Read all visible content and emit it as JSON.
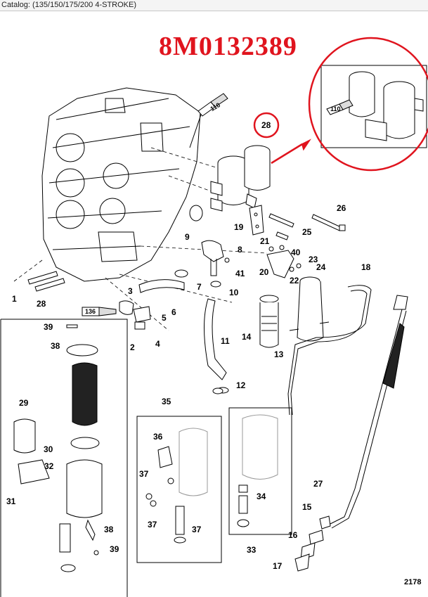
{
  "window": {
    "title": "Catalog: (135/150/175/200 4-STROKE)"
  },
  "header": {
    "part_number": "8M0132389"
  },
  "colors": {
    "accent_red": "#e0141e",
    "line": "#000000"
  },
  "labels": {
    "tube_110_top": "110",
    "tube_110_inset": "110",
    "tube_136": "136",
    "drawing_code": "2178"
  },
  "callouts": [
    {
      "id": "c1",
      "text": "1"
    },
    {
      "id": "c2",
      "text": "2"
    },
    {
      "id": "c3",
      "text": "3"
    },
    {
      "id": "c4",
      "text": "4"
    },
    {
      "id": "c5",
      "text": "5"
    },
    {
      "id": "c6",
      "text": "6"
    },
    {
      "id": "c7",
      "text": "7"
    },
    {
      "id": "c8",
      "text": "8"
    },
    {
      "id": "c9",
      "text": "9"
    },
    {
      "id": "c10",
      "text": "10"
    },
    {
      "id": "c11",
      "text": "11"
    },
    {
      "id": "c12",
      "text": "12"
    },
    {
      "id": "c13",
      "text": "13"
    },
    {
      "id": "c14",
      "text": "14"
    },
    {
      "id": "c15",
      "text": "15"
    },
    {
      "id": "c16",
      "text": "16"
    },
    {
      "id": "c17",
      "text": "17"
    },
    {
      "id": "c18",
      "text": "18"
    },
    {
      "id": "c19",
      "text": "19"
    },
    {
      "id": "c20",
      "text": "20"
    },
    {
      "id": "c21",
      "text": "21"
    },
    {
      "id": "c22",
      "text": "22"
    },
    {
      "id": "c23",
      "text": "23"
    },
    {
      "id": "c24",
      "text": "24"
    },
    {
      "id": "c25",
      "text": "25"
    },
    {
      "id": "c26",
      "text": "26"
    },
    {
      "id": "c27",
      "text": "27"
    },
    {
      "id": "c28",
      "text": "28"
    },
    {
      "id": "c28b",
      "text": "28"
    },
    {
      "id": "c29",
      "text": "29"
    },
    {
      "id": "c30",
      "text": "30"
    },
    {
      "id": "c31",
      "text": "31"
    },
    {
      "id": "c32",
      "text": "32"
    },
    {
      "id": "c33",
      "text": "33"
    },
    {
      "id": "c34",
      "text": "34"
    },
    {
      "id": "c35",
      "text": "35"
    },
    {
      "id": "c36",
      "text": "36"
    },
    {
      "id": "c37a",
      "text": "37"
    },
    {
      "id": "c37b",
      "text": "37"
    },
    {
      "id": "c37c",
      "text": "37"
    },
    {
      "id": "c38a",
      "text": "38"
    },
    {
      "id": "c38b",
      "text": "38"
    },
    {
      "id": "c39a",
      "text": "39"
    },
    {
      "id": "c39b",
      "text": "39"
    },
    {
      "id": "c40",
      "text": "40"
    },
    {
      "id": "c41",
      "text": "41"
    }
  ]
}
